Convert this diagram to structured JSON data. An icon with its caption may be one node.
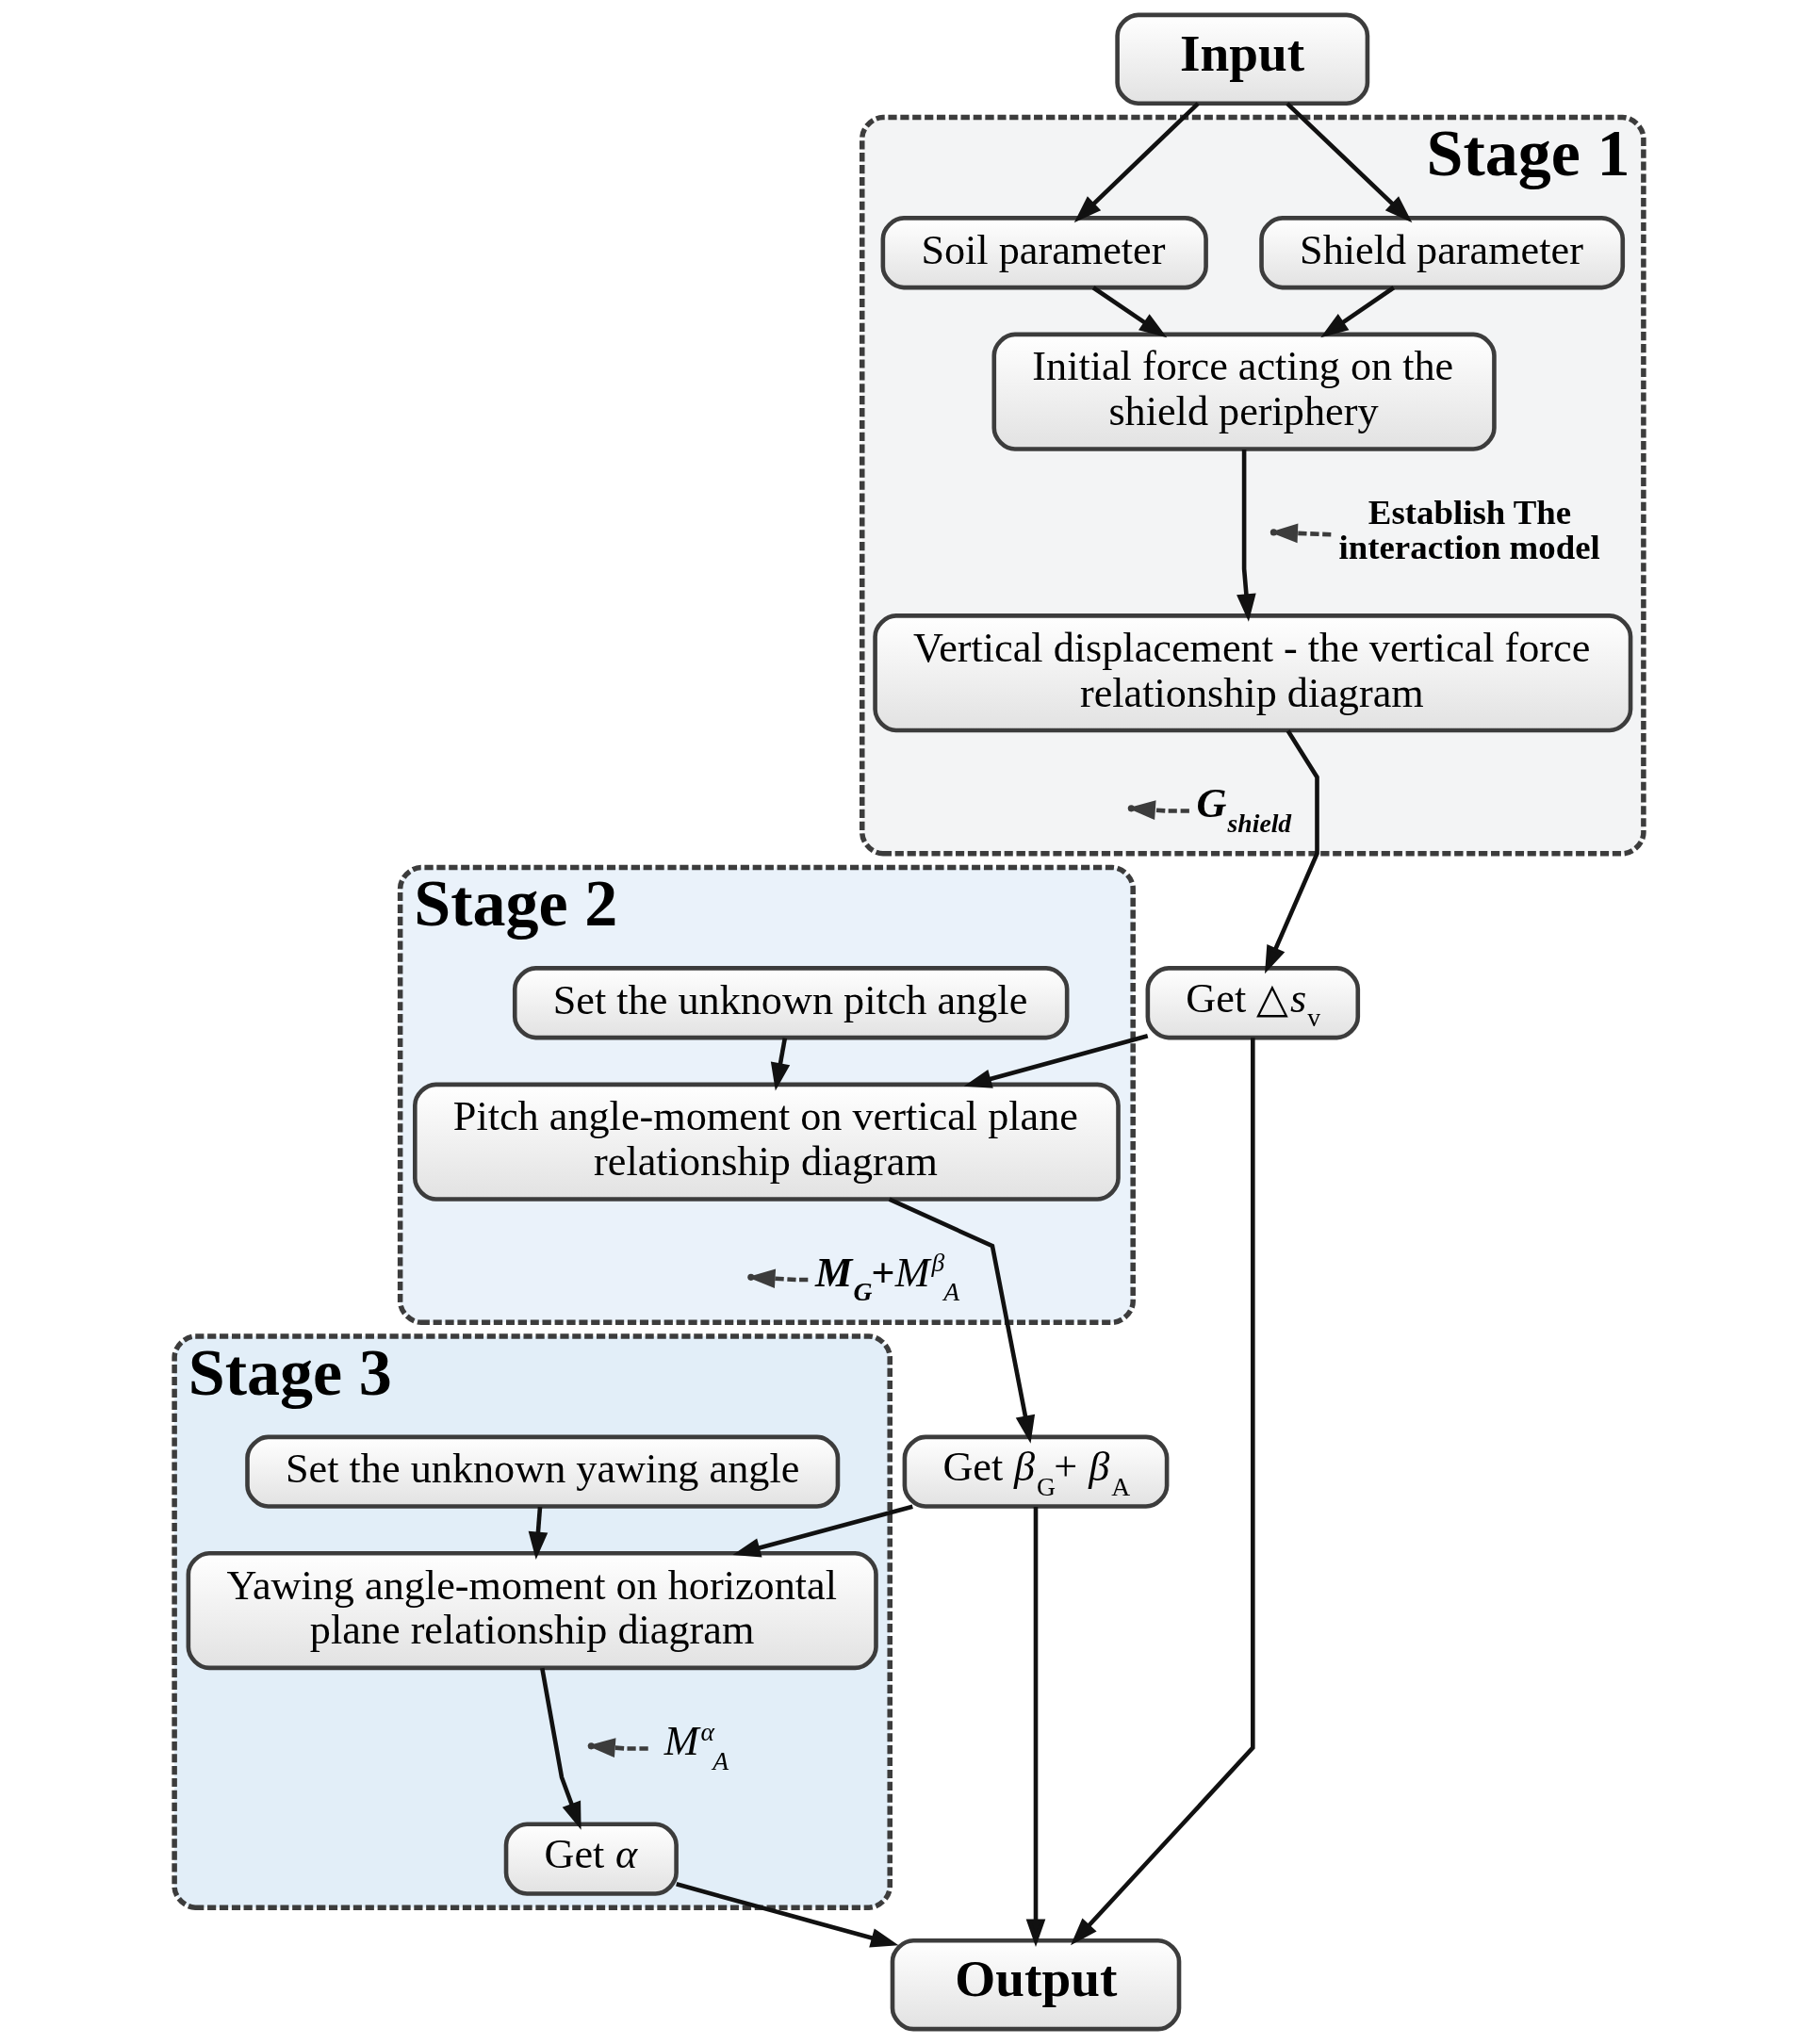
{
  "diagram": {
    "nodes": [
      {
        "text": [
          "Input"
        ]
      },
      {
        "text": [
          "Stage 1"
        ]
      },
      {
        "text": [
          "Soil parameter"
        ],
        "in": 1
      },
      {
        "text": [
          "Shield parameter"
        ],
        "in": 1
      },
      {
        "text": [
          "Initial force acting on the shield periphery"
        ],
        "in": 1
      },
      {
        "text": [
          "Establish The interaction model"
        ],
        "in": 1
      },
      {
        "text": [
          "Vertical displacement - the vertical force relationship diagram"
        ],
        "in": 1
      },
      {
        "text": [
          "G$_{shield}$"
        ],
        "in": 1
      },
      {
        "text": [
          "Get △*s*$_{v}$"
        ]
      },
      {
        "text": [
          "Stage 2"
        ]
      },
      {
        "text": [
          "Set the unknown pitch angle"
        ],
        "in": 9
      },
      {
        "text": [
          "Pitch angle-moment on vertical plane relationship diagram"
        ],
        "in": 9
      },
      {
        "text": [
          "**M$_{G}$+**M$^{β}$$_{A}$"
        ],
        "in": 9
      },
      {
        "text": [
          "Get *β*$_{G}$+ *β*$_{A}$"
        ]
      },
      {
        "text": [
          "Stage 3"
        ]
      },
      {
        "text": [
          "Set the unknown yawing angle"
        ],
        "in": 14
      },
      {
        "text": [
          "Yawing angle-moment on horizontal plane relationship diagram"
        ],
        "in": 14
      },
      {
        "text": [
          "M$^{α}$$_{A}$"
        ],
        "in": 14
      },
      {
        "text": [
          "Get *α*"
        ],
        "in": 14
      },
      {
        "text": [
          "Output"
        ]
      }
    ],
    "edges": [
      {
        "from": 0,
        "to": 2,
        "arrow": "to"
      },
      {
        "from": 0,
        "to": 3,
        "arrow": "to"
      },
      {
        "from": 2,
        "to": 4,
        "arrow": "to"
      },
      {
        "from": 3,
        "to": 4,
        "arrow": "to"
      },
      {
        "from": 4,
        "to": 6,
        "arrow": "to"
      },
      {
        "from": 5,
        "to": null,
        "arrow": "to",
        "style": "dashed"
      },
      {
        "from": 6,
        "to": 8,
        "arrow": "to"
      },
      {
        "from": 7,
        "to": null,
        "arrow": "to",
        "style": "dashed"
      },
      {
        "from": 8,
        "to": 11,
        "arrow": "to"
      },
      {
        "from": 10,
        "to": 11,
        "arrow": "to"
      },
      {
        "from": 11,
        "to": 13,
        "arrow": "to"
      },
      {
        "from": 12,
        "to": null,
        "arrow": "to",
        "style": "dashed"
      },
      {
        "from": 13,
        "to": 16,
        "arrow": "to"
      },
      {
        "from": 15,
        "to": 16,
        "arrow": "to"
      },
      {
        "from": 16,
        "to": 18,
        "arrow": "to"
      },
      {
        "from": 17,
        "to": null,
        "arrow": "to",
        "style": "dashed"
      },
      {
        "from": 18,
        "to": 19,
        "arrow": "to"
      },
      {
        "from": 8,
        "to": 19,
        "arrow": "to"
      },
      {
        "from": 13,
        "to": 19,
        "arrow": "to"
      }
    ]
  }
}
